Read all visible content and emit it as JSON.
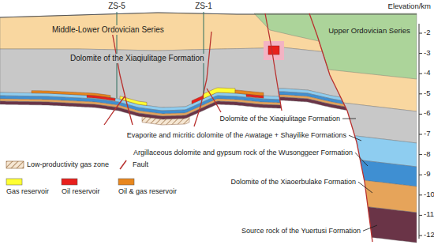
{
  "diagram": {
    "labels": [
      "ZS-5",
      "ZS-1",
      "Elevation/km",
      "-2",
      "-3",
      "-4",
      "-5",
      "-6",
      "-7",
      "-8",
      "-9",
      "-10",
      "-11",
      "-12",
      "Middle-Lower Ordovician Series",
      "Upper Ordovician Series",
      "Dolomite of the Xiaqiulitage Formation",
      "Dolomite of the Xiaqiulitage Formation",
      "Evaporite and micritic dolomite of the Awatage + Shayilike Formations",
      "Argillaceous dolomite and gypsum rock of the Wusonggeer Formation",
      "Dolomite of the Xiaoerbulake Formation",
      "Source rock of the Yuertusi Formation"
    ],
    "legend": [
      {
        "text": "Low-productivity gas zone"
      },
      {
        "text": "Fault"
      },
      {
        "text": "Gas reservoir",
        "color": "#ffff33"
      },
      {
        "text": "Oil reservoir",
        "color": "#e8201c"
      },
      {
        "text": "Oil & gas reservoir",
        "color": "#e8871e"
      }
    ]
  }
}
